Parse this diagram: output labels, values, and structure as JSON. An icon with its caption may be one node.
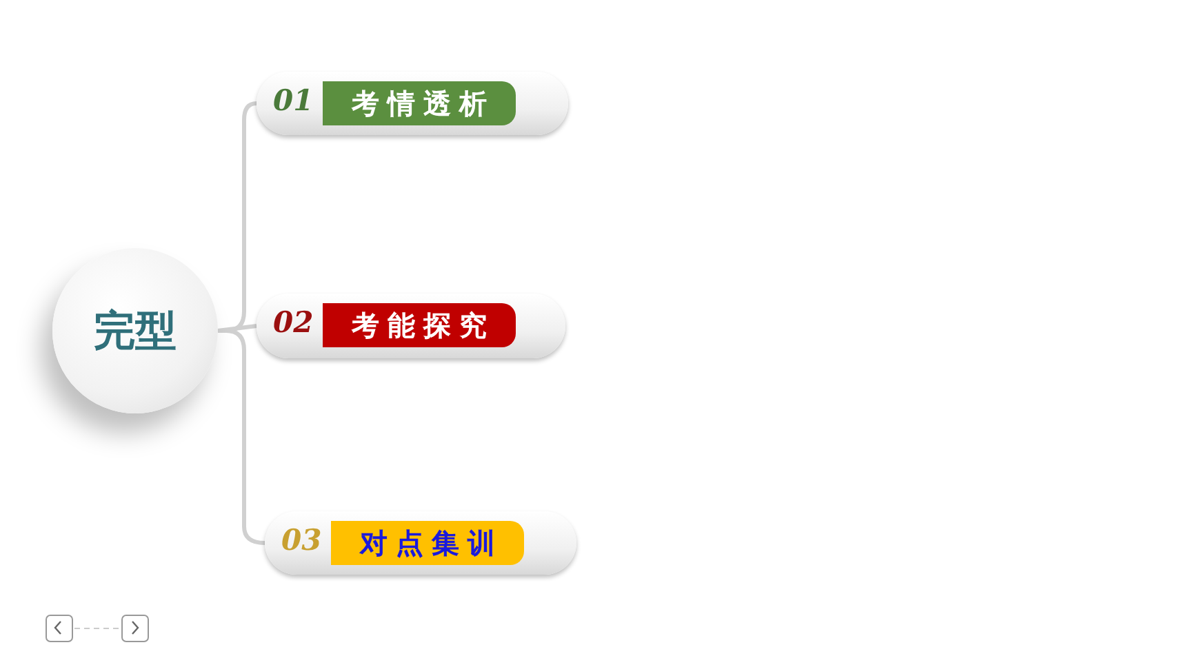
{
  "diagram": {
    "nodes": [
      {
        "text": [
          "完型"
        ]
      },
      {
        "text": [
          "01",
          "考情透析"
        ]
      },
      {
        "text": [
          "02",
          "考能探究"
        ]
      },
      {
        "text": [
          "03",
          "对点集训"
        ]
      }
    ],
    "edges": [
      {
        "from": 0,
        "to": 1,
        "arrow": "none"
      },
      {
        "from": 0,
        "to": 2,
        "arrow": "none"
      },
      {
        "from": 0,
        "to": 3,
        "arrow": "none"
      }
    ]
  }
}
